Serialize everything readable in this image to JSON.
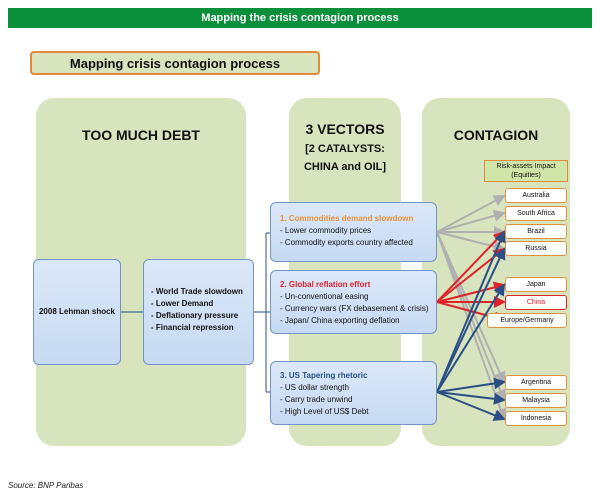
{
  "banner": "Mapping the crisis contagion process",
  "title": "Mapping crisis contagion process",
  "columns": {
    "debt": "TOO MUCH DEBT",
    "vectors_line1": "3 VECTORS",
    "vectors_line2": "[2 CATALYSTS:",
    "vectors_line3": "CHINA and OIL]",
    "contagion": "CONTAGION"
  },
  "lehman": "2008 Lehman shock",
  "causes": [
    "- World Trade slowdown",
    "- Lower Demand",
    "- Deflationary pressure",
    "- Financial repression"
  ],
  "vectors": [
    {
      "title": "1. Commodities demand slowdown",
      "color": "#e8913a",
      "items": [
        "- Lower commodity prices",
        "- Commodity exports country affected"
      ]
    },
    {
      "title": "2. Global reflation effort",
      "color": "#e0222b",
      "items": [
        "- Un-conventional easing",
        "- Currency wars (FX debasement & crisis)",
        "- Japan/ China exporting deflation"
      ]
    },
    {
      "title": "3. US Tapering rhetoric",
      "color": "#2a4f87",
      "items": [
        "- US dollar strength",
        "- Carry trade unwind",
        "- High Level of US$ Debt"
      ]
    }
  ],
  "risk_label_line1": "Risk-assets Impact",
  "risk_label_line2": "(Equities)",
  "countries": [
    "Australia",
    "South Africa",
    "Brazil",
    "Russia",
    "Japan",
    "China",
    "Europe/Germany",
    "Argentina",
    "Malaysia",
    "Indonesia"
  ],
  "source": "Source: BNP Paribas",
  "colors": {
    "banner": "#0a8f3a",
    "column": "#d7e4bd",
    "gray_arrow": "#b0b0b0",
    "red_arrow": "#e0222b",
    "blue_arrow": "#2a4f87"
  }
}
